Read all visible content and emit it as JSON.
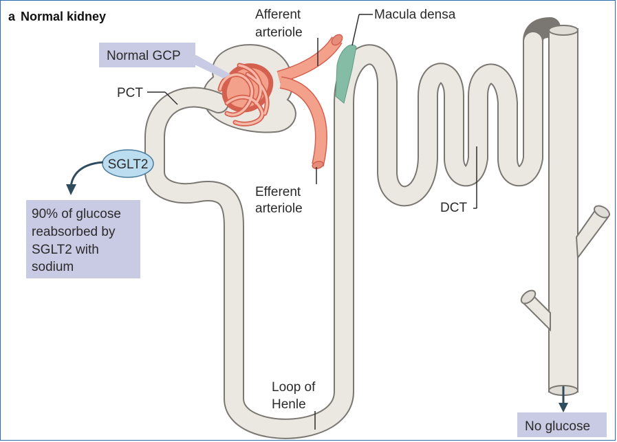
{
  "panel": {
    "letter": "a",
    "title": "Normal kidney"
  },
  "labels": {
    "normal_gcp": "Normal GCP",
    "pct": "PCT",
    "sglt2": "SGLT2",
    "afferent_1": "Afferent",
    "afferent_2": "arteriole",
    "macula_densa": "Macula densa",
    "efferent_1": "Efferent",
    "efferent_2": "arteriole",
    "dct": "DCT",
    "loop_1": "Loop of",
    "loop_2": "Henle",
    "no_glucose": "No glucose"
  },
  "glucose_note": [
    "90% of glucose",
    "reabsorbed by",
    "SGLT2 with",
    "sodium"
  ],
  "colors": {
    "tubule_fill": "#ebe8e1",
    "tubule_stroke": "#7a7672",
    "vessel": "#f3a18a",
    "vessel_stroke": "#d4604f",
    "macula": "#84bca6",
    "label_box": "#c9cbe4",
    "sglt2_fill": "#bcdcef",
    "arrow": "#2f4b5e",
    "frame": "#2b6cb0"
  }
}
